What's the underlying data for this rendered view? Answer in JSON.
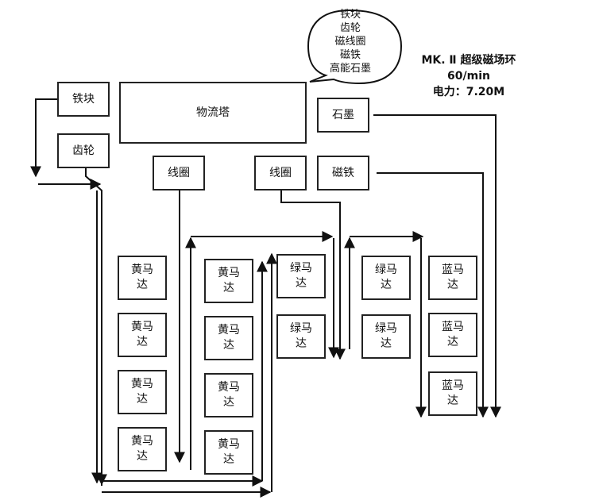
{
  "recipe": {
    "title": "MK. Ⅱ 超级磁场环",
    "rate": "60/min",
    "power": "电力：7.20M"
  },
  "bubble": {
    "lines": [
      "铁块",
      "齿轮",
      "磁线圈",
      "磁铁",
      "高能石墨"
    ]
  },
  "nodes": {
    "iron": "铁块",
    "gear": "齿轮",
    "tower": "物流塔",
    "graphite": "石墨",
    "coil1": "线圈",
    "coil2": "线圈",
    "magnet": "磁铁"
  },
  "motors": {
    "yellow": {
      "line1": "黄马",
      "line2": "达"
    },
    "green": {
      "line1": "绿马",
      "line2": "达"
    },
    "blue": {
      "line1": "蓝马",
      "line2": "达"
    }
  }
}
